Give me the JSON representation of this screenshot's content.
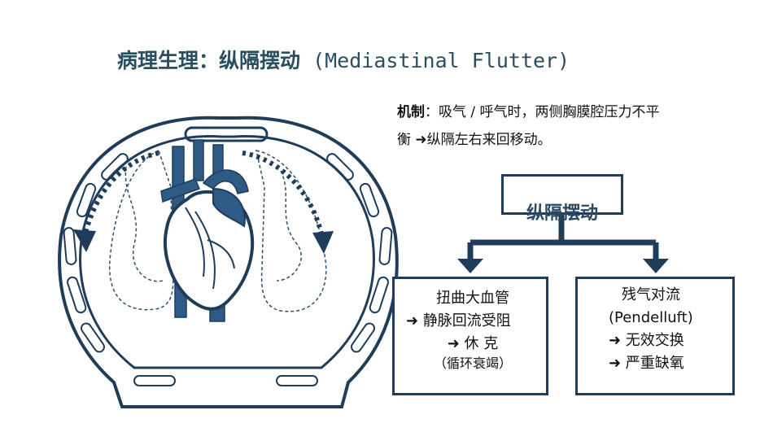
{
  "title": {
    "zh": "病理生理：纵隔摆动",
    "en": " (Mediastinal Flutter)"
  },
  "mechanism": {
    "label": "机制",
    "line1": "：吸气 / 呼气时，两侧胸膜腔压力不平",
    "line2": "衡 ➜纵隔左右来回移动。"
  },
  "flow": {
    "root": "纵隔摆动",
    "left": {
      "heading": "扭曲大血管",
      "line1": "➜  静脉回流受阻",
      "line2": "➜  休 克",
      "line3": "（循环衰竭）"
    },
    "right": {
      "heading": "残气对流",
      "sub": "(Pendelluft)",
      "line1": "➜  无效交换 ➜  严重缺氧"
    }
  },
  "colors": {
    "navy": "#1f3d5a",
    "blue": "#2d5b86",
    "title": "#2a4e60"
  }
}
